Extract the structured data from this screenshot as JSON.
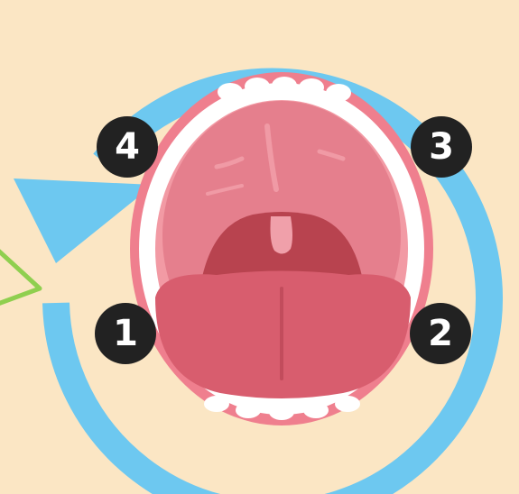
{
  "colors": {
    "background": "#fbe6c4",
    "arrow": "#6dc8f0",
    "mouth_outline": "#ef7f8e",
    "gums": "#f29aa4",
    "teeth": "#ffffff",
    "palate": "#e57f8d",
    "throat": "#b8434f",
    "tongue": "#d85d6e",
    "uvula": "#f0a0aa",
    "marker": "#222222",
    "pointer": "#8fcf4f"
  },
  "markers": [
    {
      "label": "1"
    },
    {
      "label": "2"
    },
    {
      "label": "3"
    },
    {
      "label": "4"
    }
  ],
  "icons": {
    "arrow": "circular-arrow-icon",
    "pointer": "green-pointer-icon"
  }
}
